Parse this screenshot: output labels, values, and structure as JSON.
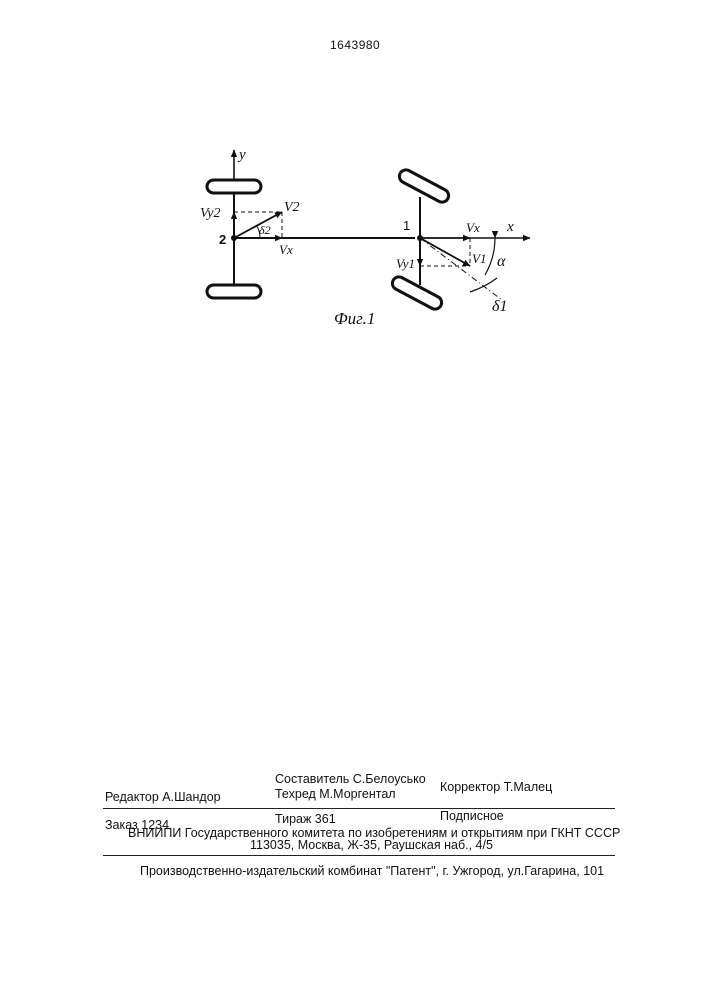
{
  "patent_number": "1643980",
  "figure": {
    "caption": "Фиг.1",
    "axis_y": "y",
    "axis_x": "x",
    "point_2": "2",
    "point_1": "1",
    "v2": "V2",
    "vy2": "Vy2",
    "vx_rear": "Vx",
    "delta2": "δ2",
    "v1": "V1",
    "vy1": "Vy1",
    "vx_front": "Vx",
    "alpha": "α",
    "delta1": "δ1"
  },
  "colophon": {
    "compiler": "Составитель  С.Белоусько",
    "editor": "Редактор  А.Шандор",
    "techred": "Техред М.Моргентал",
    "corrector": "Корректор  Т.Малец",
    "order": "Заказ 1234",
    "circulation": "Тираж 361",
    "subscription": "Подписное",
    "institute": "ВНИИПИ Государственного комитета по изобретениям и открытиям при ГКНТ СССР",
    "address": "113035, Москва, Ж-35, Раушская наб., 4/5",
    "publisher": "Производственно-издательский комбинат \"Патент\", г. Ужгород, ул.Гагарина, 101"
  }
}
